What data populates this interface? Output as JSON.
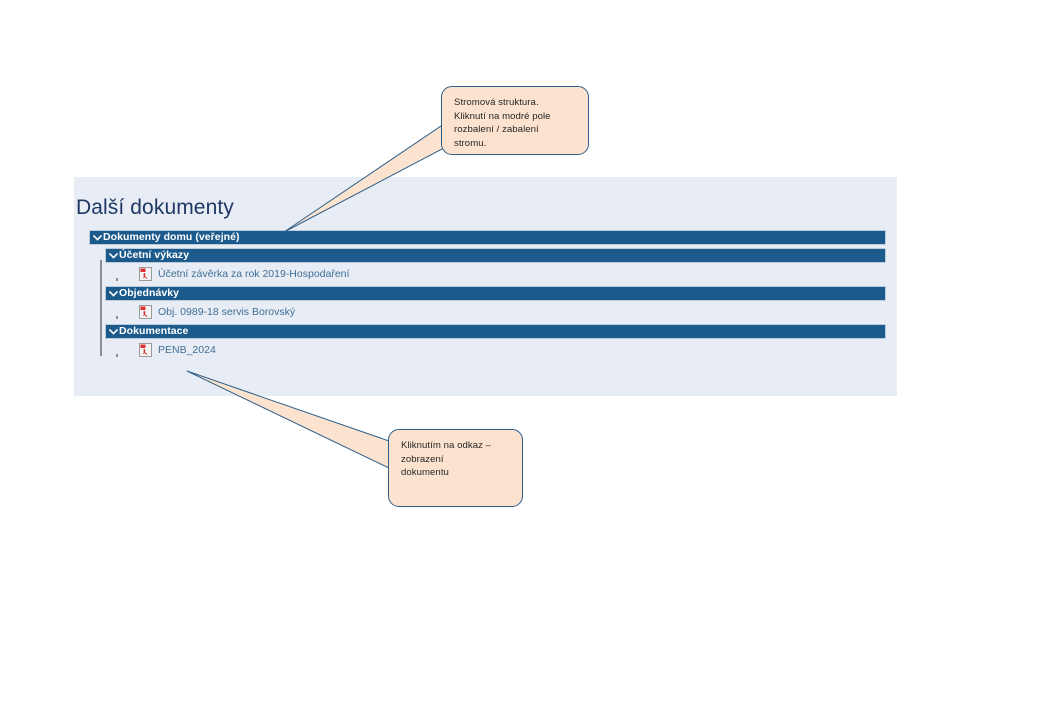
{
  "page": {
    "title": "Další dokumenty",
    "panel_background": "#e8ecf4",
    "accent_blue": "#1c5a8c",
    "link_color": "#3f6f96",
    "title_color": "#1f3864"
  },
  "tree": {
    "root": {
      "label": "Dokumenty domu (veřejné)",
      "icon": "chevron-down-icon",
      "expanded": true
    },
    "groups": [
      {
        "label": "Účetní výkazy",
        "icon": "chevron-down-icon",
        "expanded": true,
        "files": [
          {
            "label": "Účetní závěrka za rok 2019-Hospodaření",
            "icon": "pdf-icon"
          }
        ]
      },
      {
        "label": "Objednávky",
        "icon": "chevron-down-icon",
        "expanded": true,
        "files": [
          {
            "label": "Obj. 0989-18 servis Borovský",
            "icon": "pdf-icon"
          }
        ]
      },
      {
        "label": "Dokumentace",
        "icon": "chevron-down-icon",
        "expanded": true,
        "files": [
          {
            "label": "PENB_2024",
            "icon": "pdf-icon"
          }
        ]
      }
    ]
  },
  "callouts": {
    "tree_note": {
      "text": "Stromová struktura.\nKliknutí na modré pole\nrozbalení / zabalení\nstromu.",
      "fill": "#fbe3cf",
      "border": "#2e5f8a"
    },
    "link_note": {
      "text": "Kliknutím na odkaz –\nzobrazení\ndokumentu",
      "fill": "#fbe3cf",
      "border": "#2e5f8a"
    }
  }
}
